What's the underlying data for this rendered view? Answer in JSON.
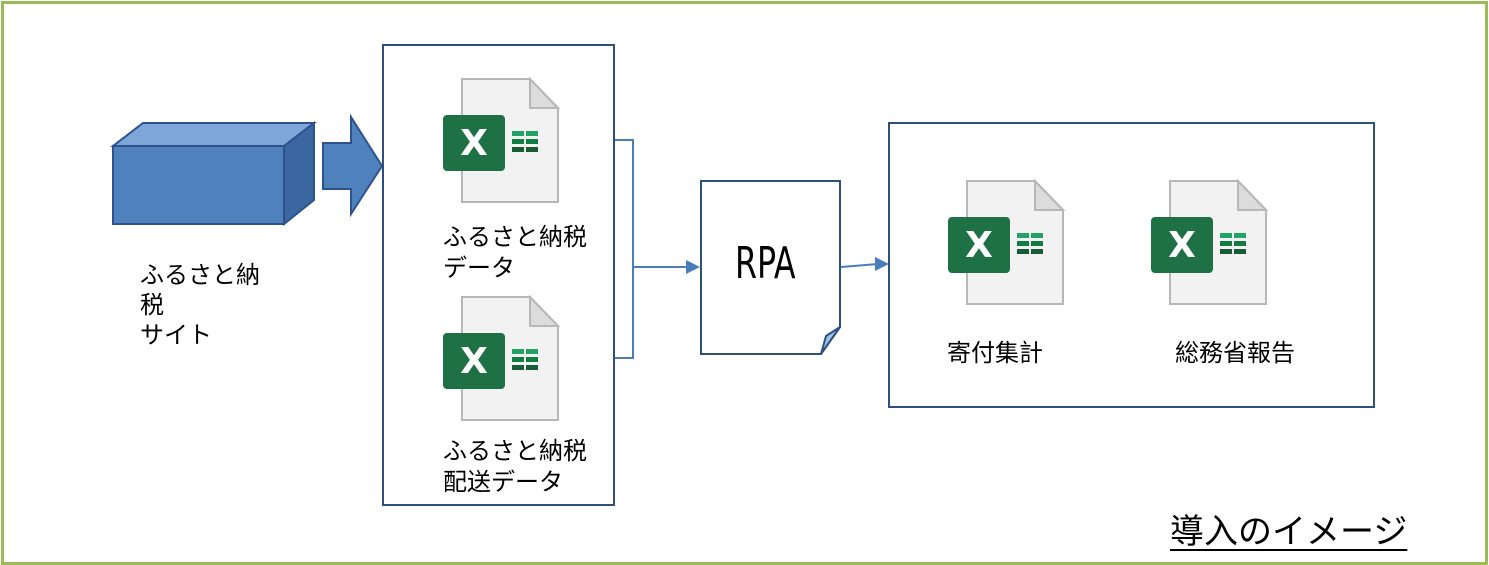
{
  "site": {
    "lines": [
      "ふるさと納",
      "税",
      "サイト"
    ]
  },
  "left_box": {
    "files": [
      {
        "icon": "excel-file-icon",
        "lines": [
          "ふるさと納税",
          "データ"
        ]
      },
      {
        "icon": "excel-file-icon",
        "lines": [
          "ふるさと納税",
          "配送データ"
        ]
      }
    ]
  },
  "rpa": {
    "label": "RPA"
  },
  "right_box": {
    "files": [
      {
        "icon": "excel-file-icon",
        "label": "寄付集計"
      },
      {
        "icon": "excel-file-icon",
        "label": "総務省報告"
      }
    ]
  },
  "caption": "導入のイメージ",
  "colors": {
    "frame": "#9bbb59",
    "box_border": "#2f4f7f",
    "shape_fill": "#4f81bd",
    "excel_green": "#1e7145",
    "connector": "#4a7ebb"
  }
}
